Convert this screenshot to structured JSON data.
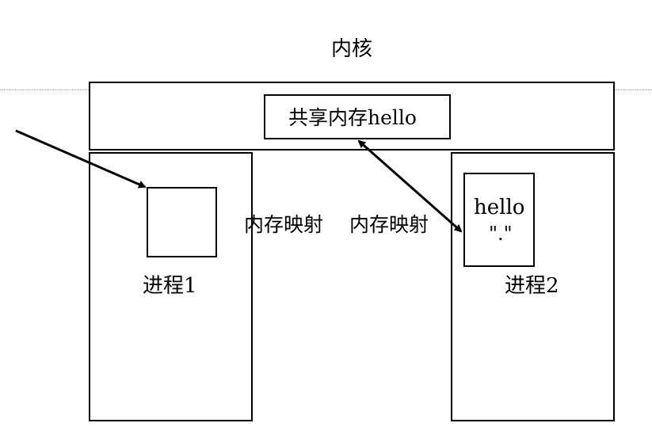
{
  "kernel": {
    "title": "内核",
    "shared_memory_label": "共享内存hello"
  },
  "process1": {
    "label": "进程1"
  },
  "process2": {
    "label": "进程2",
    "buffer_text": "hello",
    "buffer_subtext": "\".\""
  },
  "mappings": {
    "left_label": "内存映射",
    "right_label": "内存映射"
  },
  "colors": {
    "stroke": "#000000",
    "background": "#ffffff",
    "guide_line": "#9a9a9a"
  }
}
